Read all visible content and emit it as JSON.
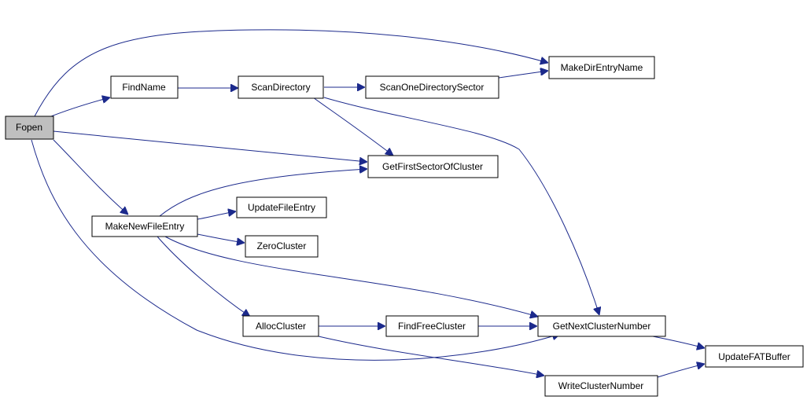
{
  "colors": {
    "edge": "#1c2a8c",
    "root_fill": "#bfbfbf",
    "node_fill": "#ffffff",
    "border": "#000000"
  },
  "nodes": {
    "fopen": "Fopen",
    "findname": "FindName",
    "scandirectory": "ScanDirectory",
    "scanonedirectorysector": "ScanOneDirectorySector",
    "makedirentryname": "MakeDirEntryName",
    "getfirstsectorofcluster": "GetFirstSectorOfCluster",
    "makenewfileentry": "MakeNewFileEntry",
    "updatefileentry": "UpdateFileEntry",
    "zerocluster": "ZeroCluster",
    "alloccluster": "AllocCluster",
    "findfreecluster": "FindFreeCluster",
    "getnextclusternumber": "GetNextClusterNumber",
    "updatefatbuffer": "UpdateFATBuffer",
    "writeclusternumber": "WriteClusterNumber"
  },
  "edges": [
    {
      "from": "fopen",
      "to": "makedirentryname"
    },
    {
      "from": "fopen",
      "to": "findname"
    },
    {
      "from": "fopen",
      "to": "getfirstsectorofcluster"
    },
    {
      "from": "fopen",
      "to": "makenewfileentry"
    },
    {
      "from": "fopen",
      "to": "getnextclusternumber"
    },
    {
      "from": "findname",
      "to": "scandirectory"
    },
    {
      "from": "scandirectory",
      "to": "scanonedirectorysector"
    },
    {
      "from": "scandirectory",
      "to": "getfirstsectorofcluster"
    },
    {
      "from": "scandirectory",
      "to": "getnextclusternumber"
    },
    {
      "from": "scanonedirectorysector",
      "to": "makedirentryname"
    },
    {
      "from": "makenewfileentry",
      "to": "getfirstsectorofcluster"
    },
    {
      "from": "makenewfileentry",
      "to": "updatefileentry"
    },
    {
      "from": "makenewfileentry",
      "to": "zerocluster"
    },
    {
      "from": "makenewfileentry",
      "to": "getnextclusternumber"
    },
    {
      "from": "makenewfileentry",
      "to": "alloccluster"
    },
    {
      "from": "alloccluster",
      "to": "findfreecluster"
    },
    {
      "from": "alloccluster",
      "to": "writeclusternumber"
    },
    {
      "from": "findfreecluster",
      "to": "getnextclusternumber"
    },
    {
      "from": "getnextclusternumber",
      "to": "updatefatbuffer"
    },
    {
      "from": "writeclusternumber",
      "to": "updatefatbuffer"
    }
  ]
}
